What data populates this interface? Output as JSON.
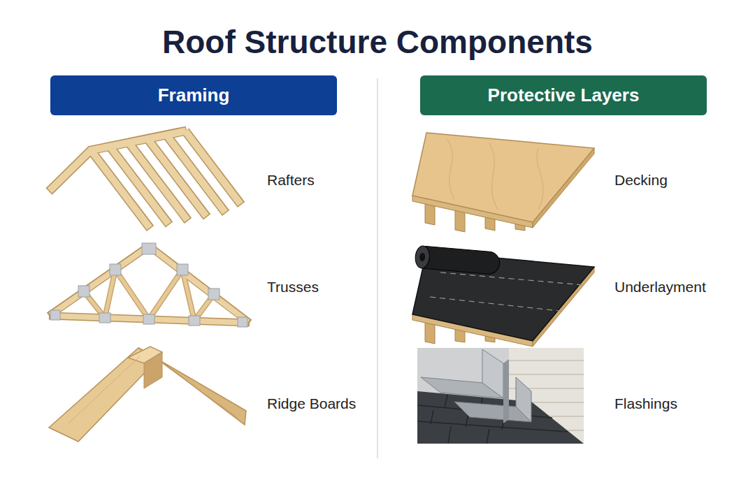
{
  "diagram": {
    "title": "Roof Structure Components",
    "nodes": [
      {
        "text": [
          "Framing"
        ]
      },
      {
        "text": [
          "Protective Layers"
        ]
      }
    ],
    "labels": [
      "Rafters",
      "Trusses",
      "Ridge Boards",
      "Decking",
      "Underlayment",
      "Flashings"
    ]
  }
}
